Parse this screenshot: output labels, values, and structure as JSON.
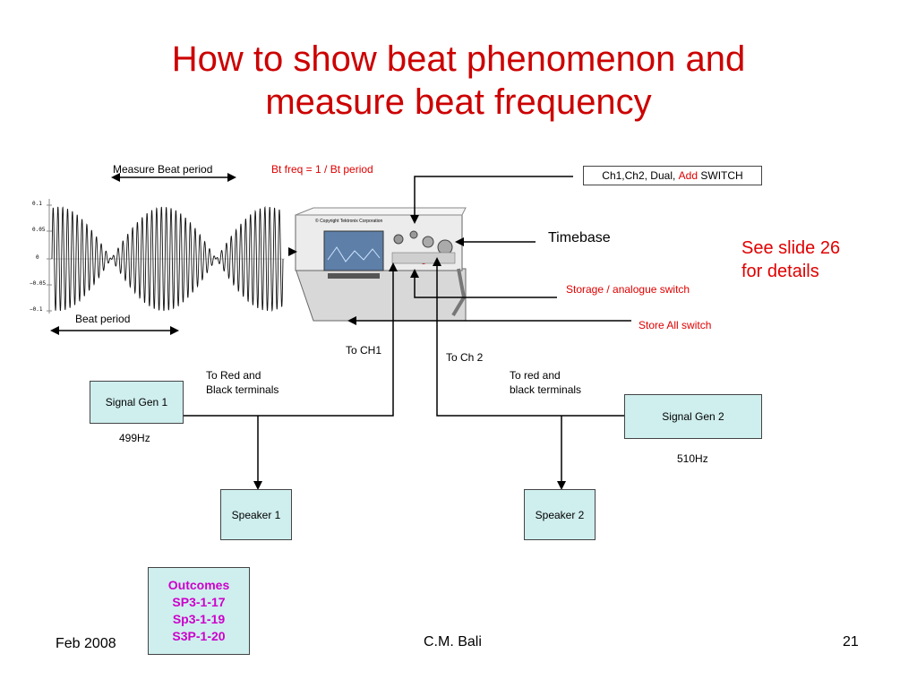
{
  "title": {
    "line1": "How to show beat phenomenon and",
    "line2": "measure beat frequency"
  },
  "labels": {
    "measure_beat_period": "Measure Beat period",
    "bt_freq": "Bt freq = 1 / Bt period",
    "beat_period": "Beat period",
    "timebase": "Timebase",
    "see_slide_line1": "See slide 26",
    "see_slide_line2": "for details",
    "storage_switch": "Storage / analogue switch",
    "store_all_switch": "Store All switch",
    "to_ch1": "To CH1",
    "to_ch2": "To Ch 2",
    "to_red_black_1_line1": "To Red and",
    "to_red_black_1_line2": "Black terminals",
    "to_red_black_2_line1": "To red and",
    "to_red_black_2_line2": "black terminals",
    "freq1": "499Hz",
    "freq2": "510Hz"
  },
  "switch_box": {
    "prefix": "Ch1,Ch2, Dual, ",
    "highlight": "Add",
    "suffix": " SWITCH"
  },
  "boxes": {
    "signal_gen_1": "Signal Gen 1",
    "signal_gen_2": "Signal Gen 2",
    "speaker_1": "Speaker 1",
    "speaker_2": "Speaker 2"
  },
  "outcomes": {
    "heading": "Outcomes",
    "items": [
      "SP3-1-17",
      "Sp3-1-19",
      "S3P-1-20"
    ]
  },
  "waveform_ticks": [
    "0.1",
    "0.05",
    "0",
    "−0.05",
    "−0.1"
  ],
  "oscilloscope": {
    "caption": "© Copyright Tektronix Corporation"
  },
  "footer": {
    "date": "Feb 2008",
    "author": "C.M. Bali",
    "page": "21"
  },
  "colors": {
    "title": "#cc0000",
    "red_text": "#e00000",
    "box_fill": "#cfeeee",
    "outcomes_text": "#cc00cc"
  }
}
